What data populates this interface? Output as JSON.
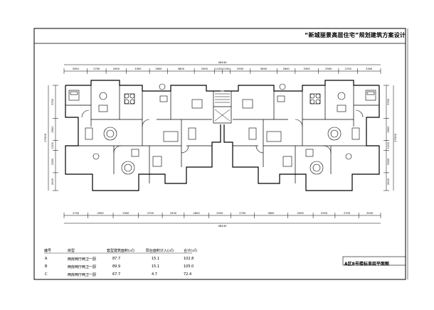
{
  "drawing": {
    "title": "“新城丽景高层住宅”规划建筑方案设计",
    "sheet_title": "A区8号楼标准层平面图",
    "overall_dimension_top": "46440",
    "overall_dimension_bottom": "46440",
    "top_dimensions": [
      "3300",
      "2700",
      "2900",
      "3300",
      "2600",
      "3800",
      "2900",
      "1100",
      "1100",
      "2900",
      "3800",
      "2600",
      "3300",
      "2900",
      "2700",
      "3300"
    ],
    "bottom_dimensions": [
      "2700",
      "2900",
      "2900",
      "2700",
      "2500",
      "2800",
      "2500",
      "2700",
      "3800",
      "2900",
      "2500",
      "2700",
      "2500"
    ],
    "left_dimensions": [
      "3700",
      "2500",
      "1100",
      "2500",
      "2000"
    ],
    "right_dimensions": [
      "3700",
      "2500",
      "1100",
      "2500",
      "2000"
    ],
    "left_overall": "17000",
    "right_overall": "17000",
    "colors": {
      "line": "#000000",
      "paper": "#ffffff"
    }
  },
  "table": {
    "headers": [
      "编号",
      "房型",
      "套型建筑面积(㎡)",
      "阳台面积计入(㎡)",
      "合计(㎡)"
    ],
    "rows": [
      [
        "A",
        "两房两厅两卫一厨",
        "87.7",
        "15.1",
        "102.8"
      ],
      [
        "B",
        "两房两厅两卫一厨",
        "89.9",
        "15.1",
        "105.0"
      ],
      [
        "C",
        "两房两厅两卫一厨",
        "67.7",
        "4.7",
        "72.4"
      ]
    ]
  }
}
